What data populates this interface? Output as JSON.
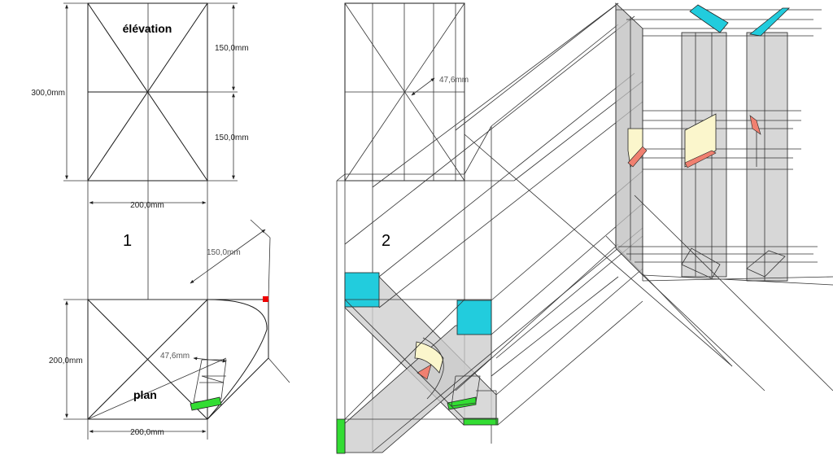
{
  "labels": {
    "elevation": "élévation",
    "plan": "plan",
    "view1": "1",
    "view2": "2"
  },
  "dimensions": {
    "height_total": "300,0mm",
    "height_half_top": "150,0mm",
    "height_half_bottom": "150,0mm",
    "width_elevation": "200,0mm",
    "plan_depth": "200,0mm",
    "plan_width": "200,0mm",
    "radius": "150,0mm",
    "thickness_plan": "47,6mm",
    "thickness_view2": "47,6mm"
  },
  "colors": {
    "cyan": "#22ccdd",
    "green": "#33dd33",
    "salmon": "#f08070",
    "cream": "#fbf6cc",
    "grey": "#c8c8c8",
    "red": "#ee0000"
  }
}
